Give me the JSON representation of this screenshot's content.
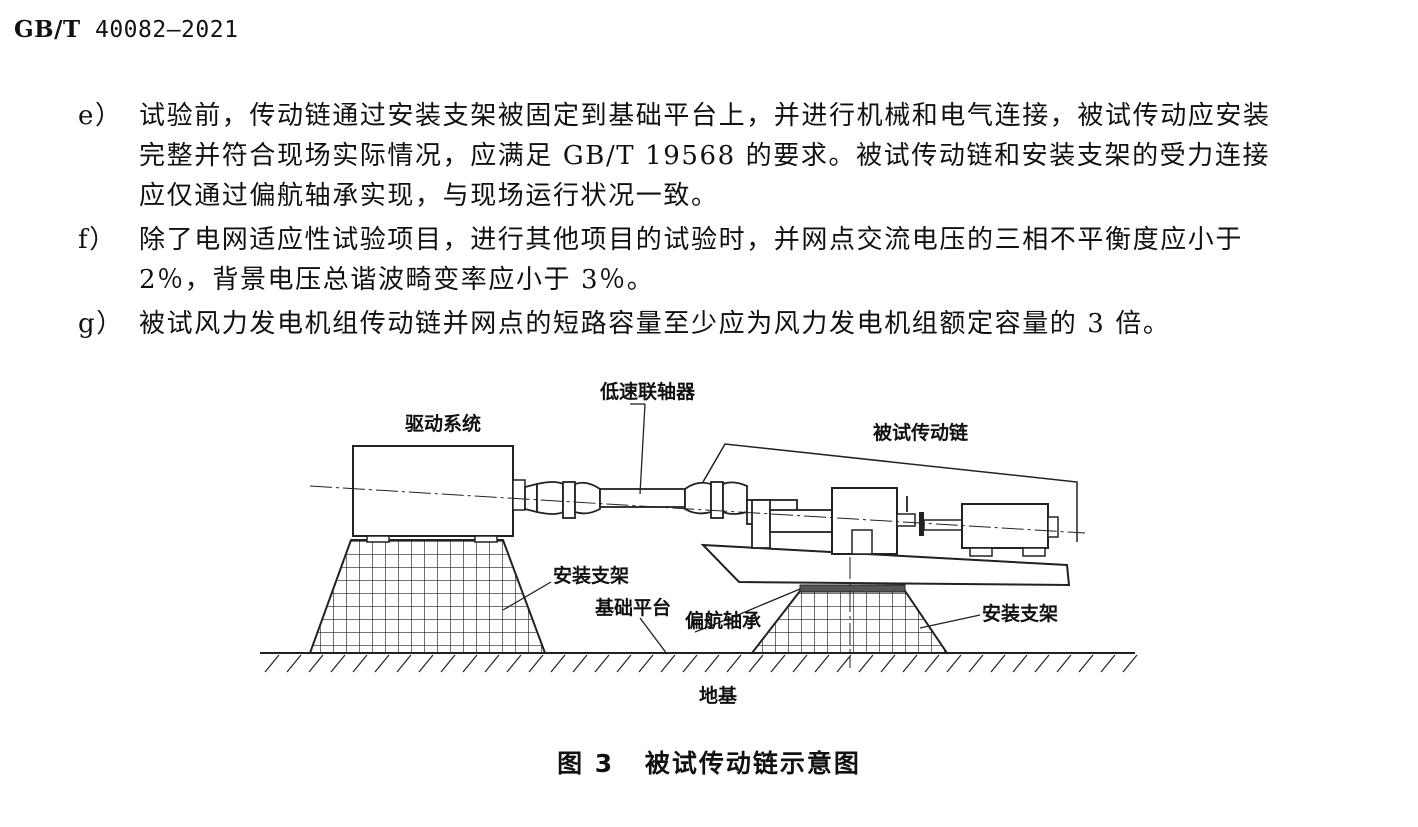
{
  "header": {
    "code_prefix": "GB/T",
    "code_number": "40082—2021"
  },
  "items": [
    {
      "marker": "e）",
      "lines": [
        "试验前，传动链通过安装支架被固定到基础平台上，并进行机械和电气连接，被试传动应安装",
        "完整并符合现场实际情况，应满足 GB/T 19568 的要求。被试传动链和安装支架的受力连接",
        "应仅通过偏航轴承实现，与现场运行状况一致。"
      ]
    },
    {
      "marker": "f）",
      "lines": [
        "除了电网适应性试验项目，进行其他项目的试验时，并网点交流电压的三相不平衡度应小于",
        "2％，背景电压总谐波畸变率应小于 3％。"
      ]
    },
    {
      "marker": "g）",
      "lines": [
        "被试风力发电机组传动链并网点的短路容量至少应为风力发电机组额定容量的 3 倍。"
      ]
    }
  ],
  "figure": {
    "labels": {
      "low_speed_coupling": "低速联轴器",
      "drive_system": "驱动系统",
      "tested_drivetrain": "被试传动链",
      "mounting_bracket_left": "安装支架",
      "foundation_platform": "基础平台",
      "yaw_bearing": "偏航轴承",
      "mounting_bracket_right": "安装支架",
      "ground": "地基"
    },
    "caption_number": "图 3",
    "caption_title": "被试传动链示意图"
  }
}
